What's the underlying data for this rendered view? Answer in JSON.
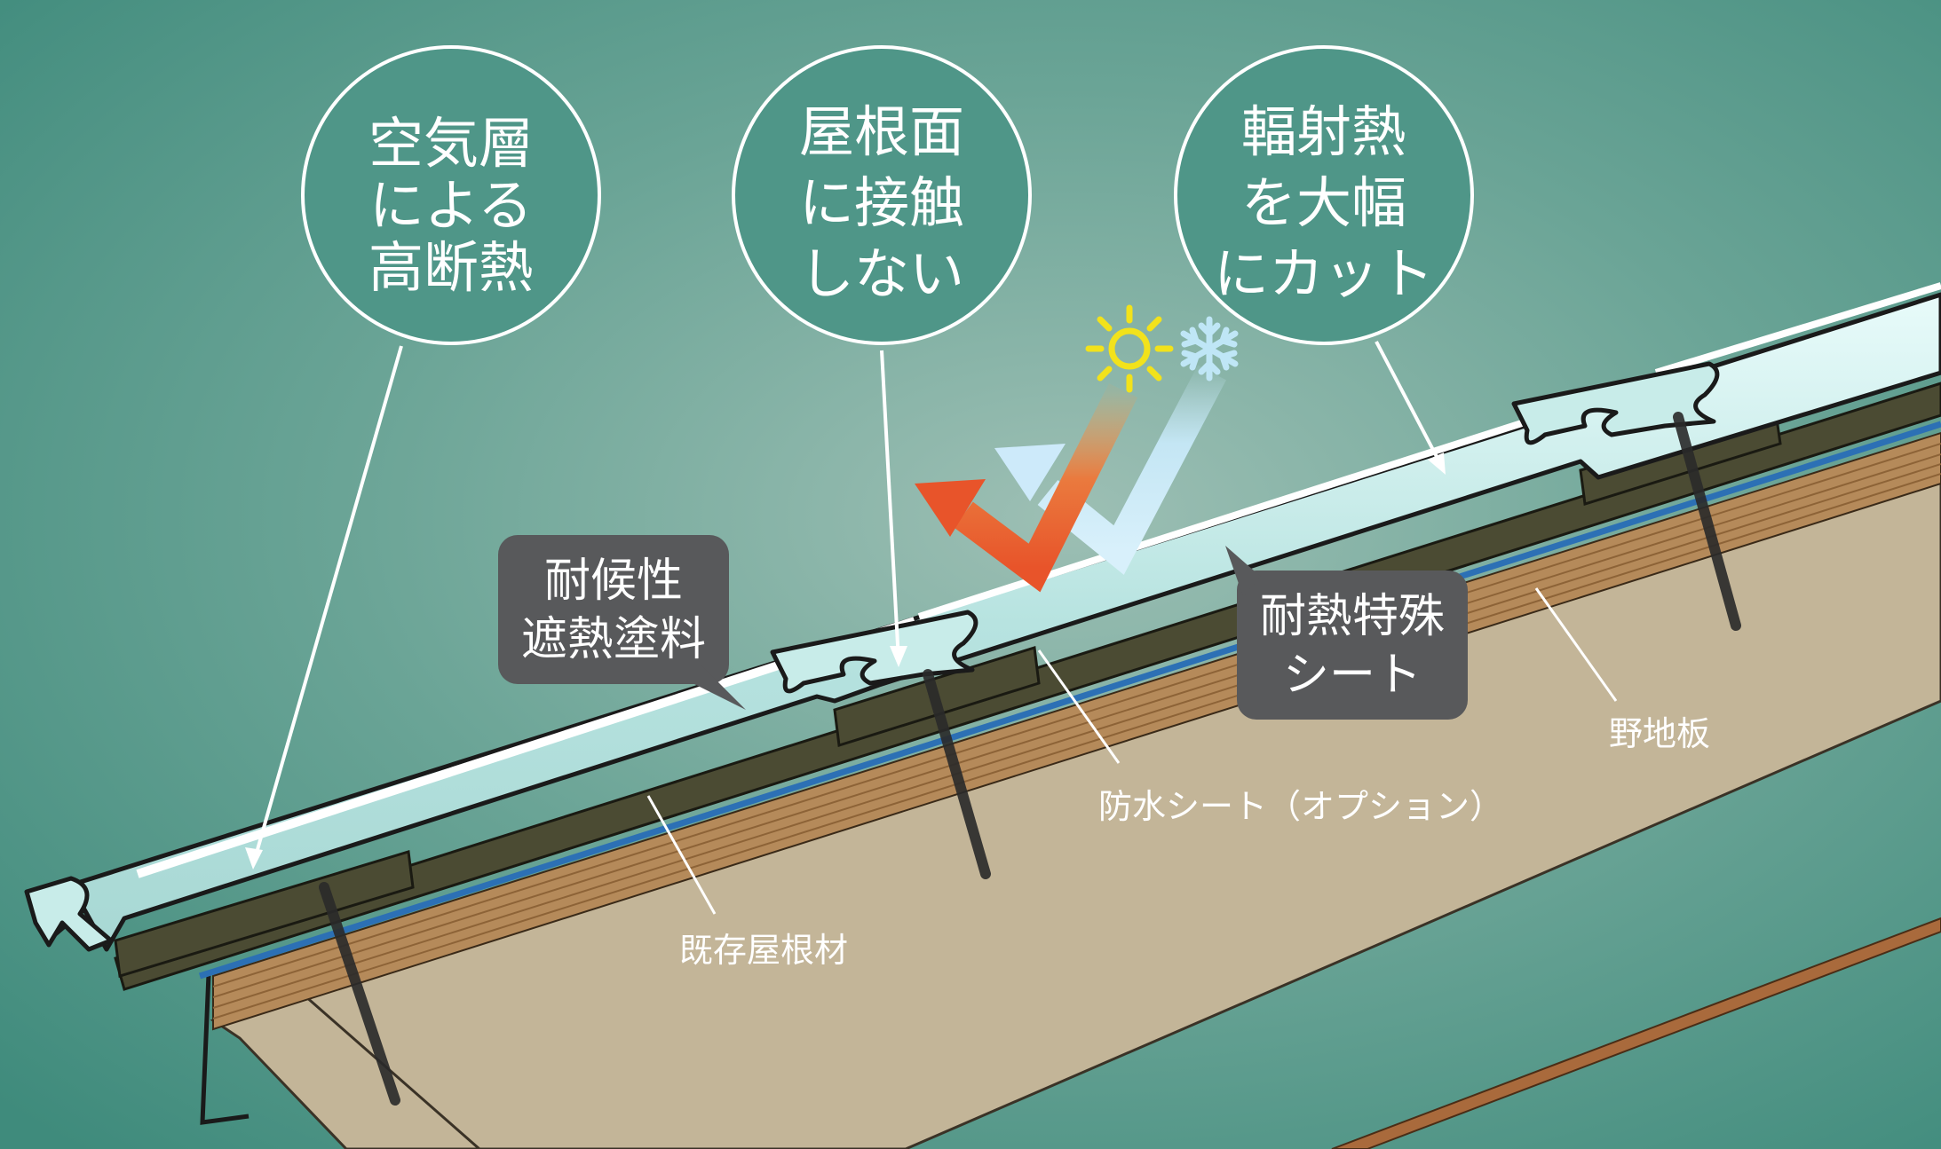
{
  "bubbles": [
    {
      "lines": [
        "空気層",
        "による",
        "高断熱"
      ]
    },
    {
      "lines": [
        "屋根面",
        "に接触",
        "しない"
      ]
    },
    {
      "lines": [
        "輻射熱",
        "を大幅",
        "にカット"
      ]
    }
  ],
  "callouts": [
    {
      "lines": [
        "耐候性",
        "遮熱塗料"
      ]
    },
    {
      "lines": [
        "耐熱特殊",
        "シート"
      ]
    }
  ],
  "labels": {
    "waterproof_sheet": "防水シート（オプション）",
    "existing_roof": "既存屋根材",
    "sheathing": "野地板"
  },
  "colors": {
    "background": "#4f9688",
    "sun": "#f2e21b",
    "snowflake": "#bfe6f6",
    "heat_arrow": "#e8542a",
    "cold_arrow": "#cdeafa",
    "callout_box": "#58595b",
    "panel_fill": "#c8ece9",
    "waterproof_line": "#2c70b5",
    "old_roof": "#4b4b33",
    "sheathing_wood": "#b58a5a",
    "sheathing_face": "#c3b598"
  },
  "icons": [
    "sun-icon",
    "snowflake-icon"
  ]
}
